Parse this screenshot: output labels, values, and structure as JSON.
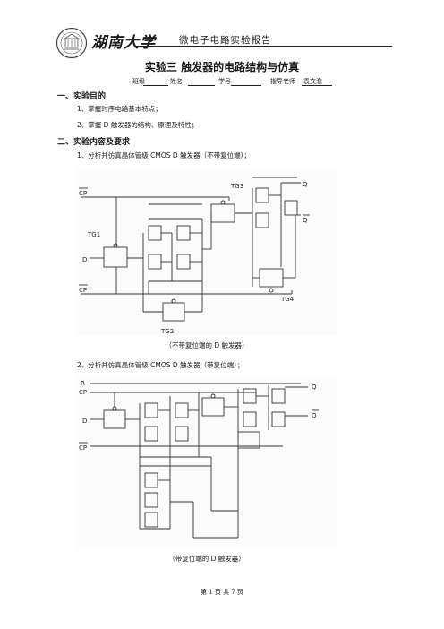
{
  "header": {
    "school": "湖南大学",
    "report_title": "微电子电路实验报告"
  },
  "title": "实验三  触发器的电路结构与仿真",
  "info": {
    "class_label": "班级",
    "name_label": "姓名",
    "id_label": "学号",
    "teacher_label": "指导老师",
    "teacher_name": "袁文澹"
  },
  "sections": [
    {
      "heading": "一、实验目的",
      "items": [
        "1、掌握时序电路基本特点；",
        "2、掌握 D 触发器的结构、原理及特性；"
      ]
    },
    {
      "heading": "二、实验内容及要求",
      "items": [
        "1、分析并仿真晶体管级 CMOS D 触发器（不带复位端）；",
        "2、分析并仿真晶体管级 CMOS D 触发器（带复位端）；"
      ]
    }
  ],
  "figure1": {
    "labels": {
      "cp": "CP",
      "cpbar": "CP",
      "d": "D",
      "q": "Q",
      "qbar": "Q",
      "tg1": "TG1",
      "tg2": "TG2",
      "tg3": "TG3",
      "tg4": "TG4"
    },
    "caption": "（不带复位端的 D 触发器）"
  },
  "figure2": {
    "labels": {
      "r": "R",
      "cp": "CP",
      "d": "D",
      "cpbar": "CP",
      "q": "Q",
      "qbar": "Q"
    },
    "caption": "（带复位端的 D 触发器）"
  },
  "footer": "第 1 页 共 7 页"
}
